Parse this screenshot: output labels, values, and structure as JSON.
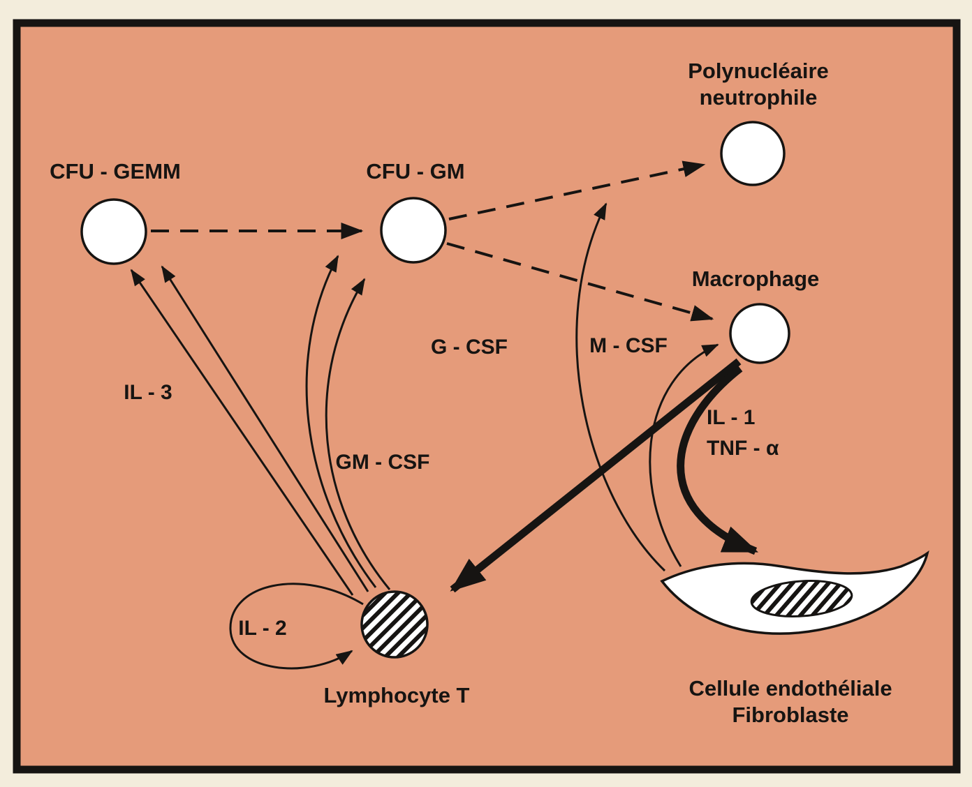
{
  "colors": {
    "page_background": "#f3eddc",
    "diagram_background": "#e59b7a",
    "frame_border": "#161412",
    "node_fill": "#ffffff",
    "line_color": "#161412"
  },
  "nodes": {
    "cfu_gemm": {
      "label": "CFU - GEMM"
    },
    "cfu_gm": {
      "label": "CFU - GM"
    },
    "neutrophil": {
      "line1": "Polynucléaire",
      "line2": "neutrophile"
    },
    "macrophage": {
      "label": "Macrophage"
    },
    "lymphocyte": {
      "label": "Lymphocyte T"
    },
    "endothelial": {
      "line1": "Cellule endothéliale",
      "line2": "Fibroblaste"
    }
  },
  "cytokines": {
    "il3": "IL - 3",
    "gm_csf": "GM - CSF",
    "g_csf": "G - CSF",
    "m_csf": "M - CSF",
    "il1": "IL - 1",
    "tnf_alpha": "TNF - α",
    "il2": "IL - 2"
  },
  "arrows": [
    {
      "from": "CFU-GEMM",
      "to": "CFU-GM",
      "style": "dashed"
    },
    {
      "from": "CFU-GM",
      "to": "Polynucléaire neutrophile",
      "style": "dashed"
    },
    {
      "from": "CFU-GM",
      "to": "Macrophage",
      "style": "dashed"
    },
    {
      "from": "Lymphocyte T",
      "to": "CFU-GEMM",
      "style": "thin",
      "label": "IL - 3",
      "count": 2
    },
    {
      "from": "Lymphocyte T",
      "to": "CFU-GM",
      "style": "thin-curved",
      "label": "GM - CSF",
      "count": 2
    },
    {
      "from": "Cellule endothéliale / Fibroblaste",
      "to": "Polynucléaire neutrophile",
      "style": "thin-curved",
      "label": "G - CSF"
    },
    {
      "from": "Cellule endothéliale / Fibroblaste",
      "to": "Macrophage",
      "style": "thin-curved",
      "label": "M - CSF"
    },
    {
      "from": "Macrophage",
      "to": "Lymphocyte T",
      "style": "thick",
      "label": "IL - 1 / TNF - α"
    },
    {
      "from": "Macrophage",
      "to": "Cellule endothéliale / Fibroblaste",
      "style": "thick-curved",
      "label": "IL - 1 / TNF - α"
    },
    {
      "from": "Lymphocyte T",
      "to": "Lymphocyte T",
      "style": "thin-loop",
      "label": "IL - 2"
    }
  ]
}
